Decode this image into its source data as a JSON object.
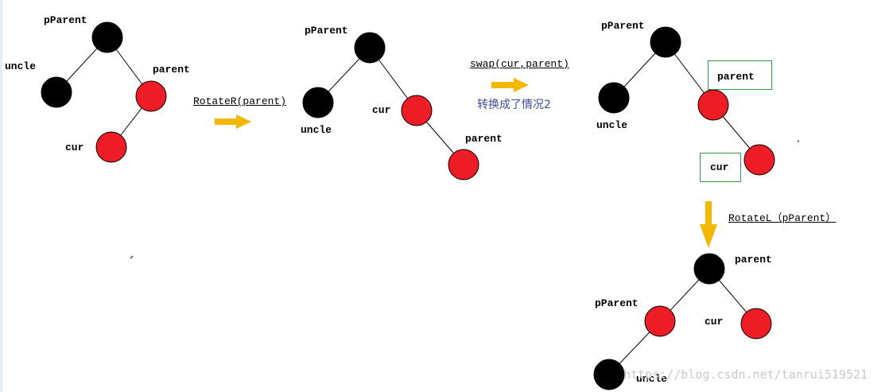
{
  "labels": {
    "pparent": "pParent",
    "parent": "parent",
    "uncle": "uncle",
    "cur": "cur"
  },
  "operations": {
    "rotate_r": "RotateR(parent)",
    "swap": "swap(cur,parent)",
    "rotate_l": "RotateL（pParent）"
  },
  "note": "转换成了情况2",
  "watermark": "https://blog.csdn.net/tanrui519521",
  "colors": {
    "black_node": "#000000",
    "red_node": "#ee1c24",
    "arrow": "#f5b800",
    "highlight_box": "#2e9a4a",
    "note_text": "#3c4b9c"
  },
  "trees": [
    {
      "nodes": [
        {
          "id": "t1-pparent",
          "label": "pParent",
          "color": "black"
        },
        {
          "id": "t1-uncle",
          "label": "uncle",
          "color": "black"
        },
        {
          "id": "t1-parent",
          "label": "parent",
          "color": "red"
        },
        {
          "id": "t1-cur",
          "label": "cur",
          "color": "red"
        }
      ],
      "edges": [
        [
          "t1-pparent",
          "t1-uncle"
        ],
        [
          "t1-pparent",
          "t1-parent"
        ],
        [
          "t1-parent",
          "t1-cur"
        ]
      ]
    },
    {
      "nodes": [
        {
          "id": "t2-pparent",
          "label": "pParent",
          "color": "black"
        },
        {
          "id": "t2-uncle",
          "label": "uncle",
          "color": "black"
        },
        {
          "id": "t2-cur",
          "label": "cur",
          "color": "red"
        },
        {
          "id": "t2-parent",
          "label": "parent",
          "color": "red"
        }
      ],
      "edges": [
        [
          "t2-pparent",
          "t2-uncle"
        ],
        [
          "t2-pparent",
          "t2-cur"
        ],
        [
          "t2-cur",
          "t2-parent"
        ]
      ]
    },
    {
      "nodes": [
        {
          "id": "t3-pparent",
          "label": "pParent",
          "color": "black"
        },
        {
          "id": "t3-uncle",
          "label": "uncle",
          "color": "black"
        },
        {
          "id": "t3-parent",
          "label": "parent",
          "color": "red"
        },
        {
          "id": "t3-cur",
          "label": "cur",
          "color": "red"
        }
      ],
      "edges": [
        [
          "t3-pparent",
          "t3-uncle"
        ],
        [
          "t3-pparent",
          "t3-parent"
        ],
        [
          "t3-parent",
          "t3-cur"
        ]
      ]
    },
    {
      "nodes": [
        {
          "id": "t4-parent",
          "label": "parent",
          "color": "black"
        },
        {
          "id": "t4-pparent",
          "label": "pParent",
          "color": "red"
        },
        {
          "id": "t4-cur",
          "label": "cur",
          "color": "red"
        },
        {
          "id": "t4-uncle",
          "label": "uncle",
          "color": "black"
        }
      ],
      "edges": [
        [
          "t4-parent",
          "t4-pparent"
        ],
        [
          "t4-parent",
          "t4-cur"
        ],
        [
          "t4-pparent",
          "t4-uncle"
        ]
      ]
    }
  ]
}
